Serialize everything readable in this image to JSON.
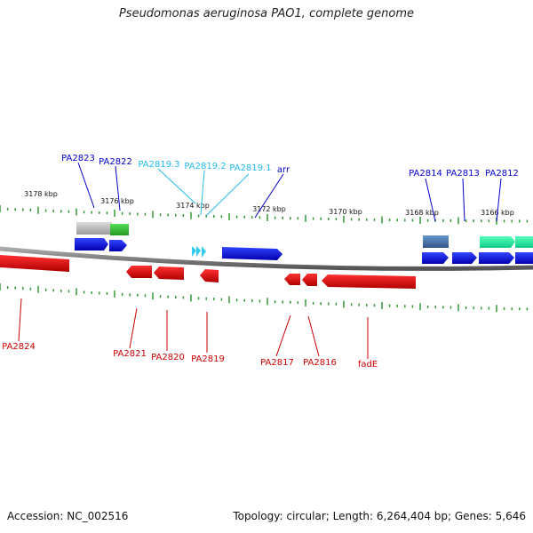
{
  "title": "Pseudomonas aeruginosa PAO1, complete genome",
  "footer": {
    "accession": "Accession: NC_002516",
    "summary": "Topology: circular; Length: 6,264,404 bp; Genes: 5,646"
  },
  "colors": {
    "forward_blue": "#0000ee",
    "reverse_red": "#ee0000",
    "rna_cyan": "#33ccee",
    "label_blue": "#0000cc",
    "label_red": "#cc0000",
    "label_cyan": "#22bbee",
    "tick_green": "#339933",
    "pseudo_gray": "#bbbbbb",
    "green_feature": "#33cc33",
    "steel_blue": "#4477aa",
    "aqua_green": "#22ee99",
    "backbone": "#777777"
  },
  "kbp_labels": [
    "3178 kbp",
    "3176 kbp",
    "3174 kbp",
    "3172 kbp",
    "3170 kbp",
    "3168 kbp",
    "3166 kbp"
  ],
  "genes_top": [
    {
      "name": "PA2823",
      "color": "label_blue"
    },
    {
      "name": "PA2822",
      "color": "label_blue"
    },
    {
      "name": "PA2819.3",
      "color": "label_cyan"
    },
    {
      "name": "PA2819.2",
      "color": "label_cyan"
    },
    {
      "name": "PA2819.1",
      "color": "label_cyan"
    },
    {
      "name": "arr",
      "color": "label_blue"
    },
    {
      "name": "PA2814",
      "color": "label_blue"
    },
    {
      "name": "PA2813",
      "color": "label_blue"
    },
    {
      "name": "PA2812",
      "color": "label_blue"
    }
  ],
  "genes_bottom": [
    {
      "name": "PA2824",
      "color": "label_red"
    },
    {
      "name": "PA2821",
      "color": "label_red"
    },
    {
      "name": "PA2820",
      "color": "label_red"
    },
    {
      "name": "PA2819",
      "color": "label_red"
    },
    {
      "name": "PA2817",
      "color": "label_red"
    },
    {
      "name": "PA2816",
      "color": "label_red"
    },
    {
      "name": "fadE",
      "color": "label_red"
    }
  ]
}
